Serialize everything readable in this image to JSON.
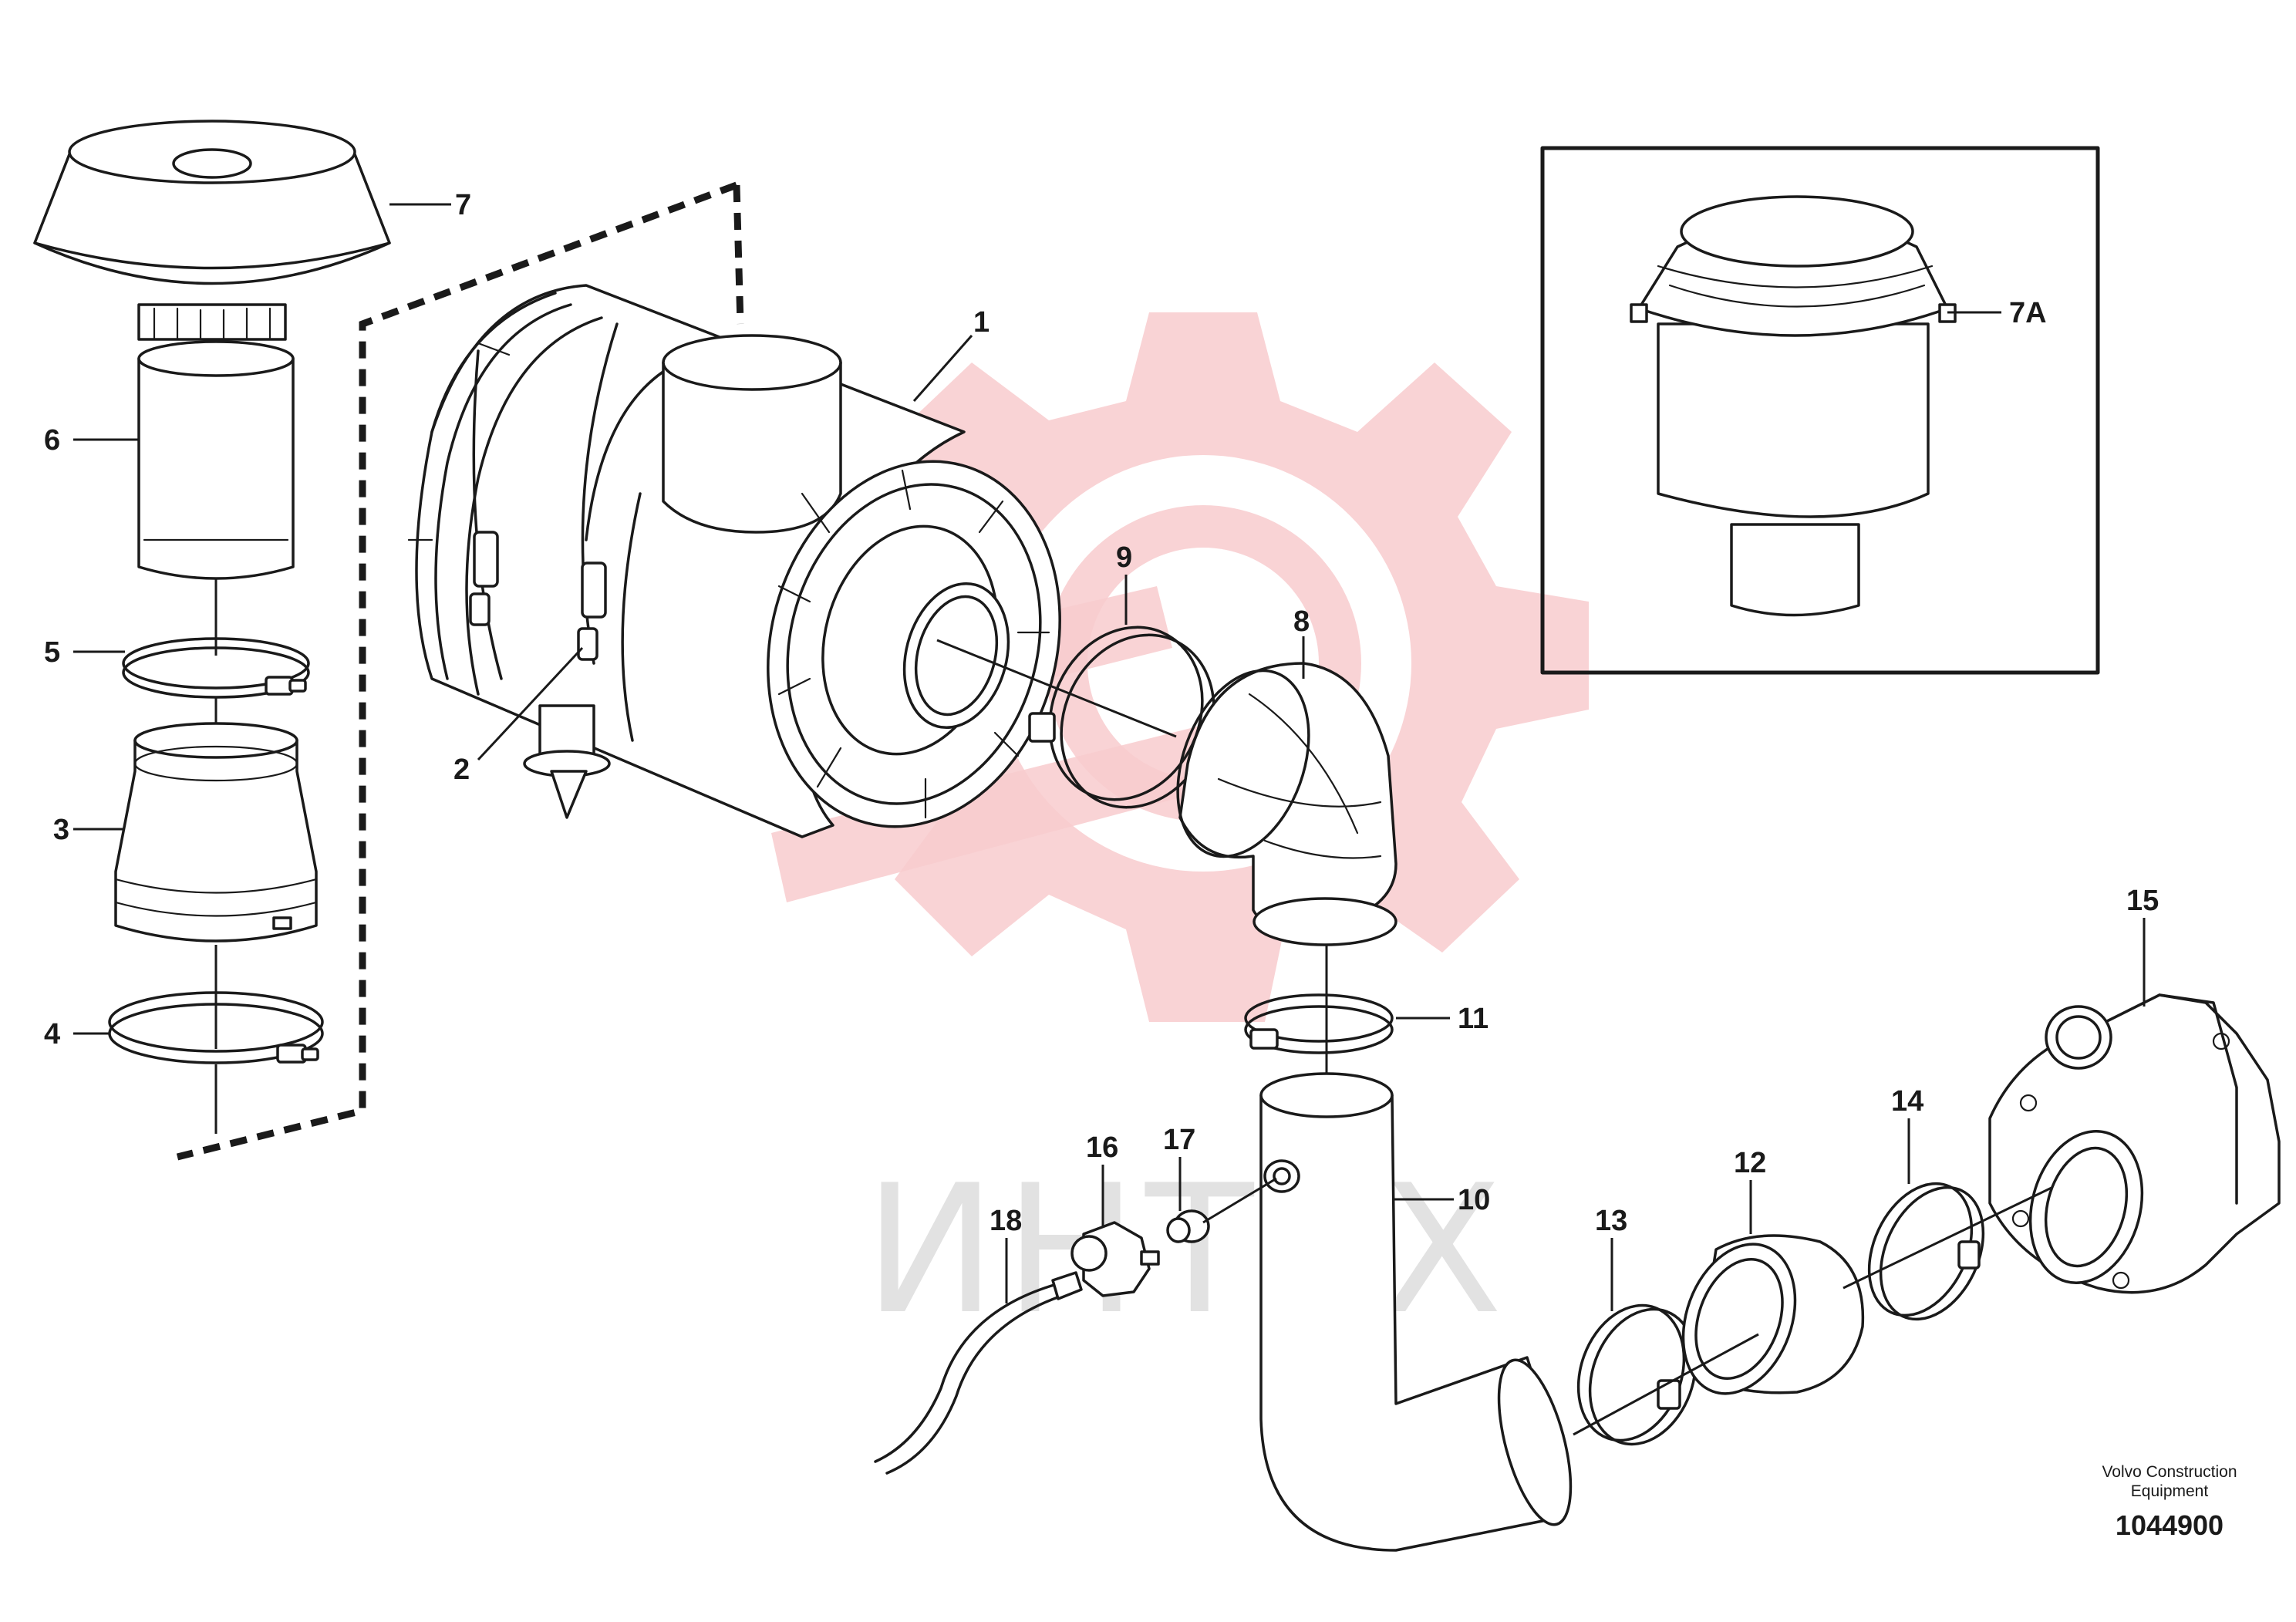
{
  "callouts": {
    "c1": "1",
    "c2": "2",
    "c3": "3",
    "c4": "4",
    "c5": "5",
    "c6": "6",
    "c7": "7",
    "c7a": "7A",
    "c8": "8",
    "c9": "9",
    "c10": "10",
    "c11": "11",
    "c12": "12",
    "c13": "13",
    "c14": "14",
    "c15": "15",
    "c16": "16",
    "c17": "17",
    "c18": "18"
  },
  "watermark": {
    "text": "ИНТЕХ",
    "gear_color": "#f7c9cc"
  },
  "credit": {
    "line1": "Volvo Construction",
    "line2": "Equipment"
  },
  "drawing_number": "1044900"
}
